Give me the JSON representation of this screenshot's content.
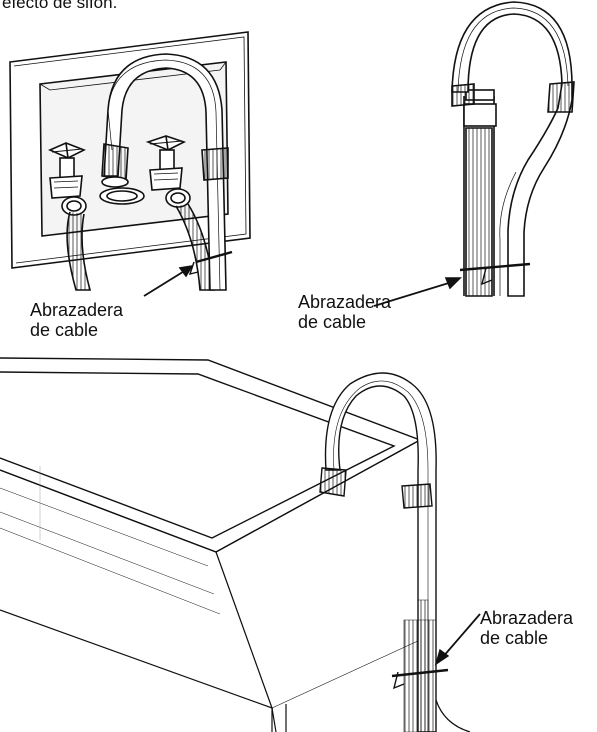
{
  "intro_text": "efecto de sifón.",
  "labels": [
    {
      "line1": "Abrazadera",
      "line2": "de cable"
    },
    {
      "line1": "Abrazadera",
      "line2": "de cable"
    },
    {
      "line1": "Abrazadera",
      "line2": "de cable"
    }
  ],
  "colors": {
    "line": "#111111",
    "background": "#ffffff",
    "shade": "#cfcfcf"
  }
}
